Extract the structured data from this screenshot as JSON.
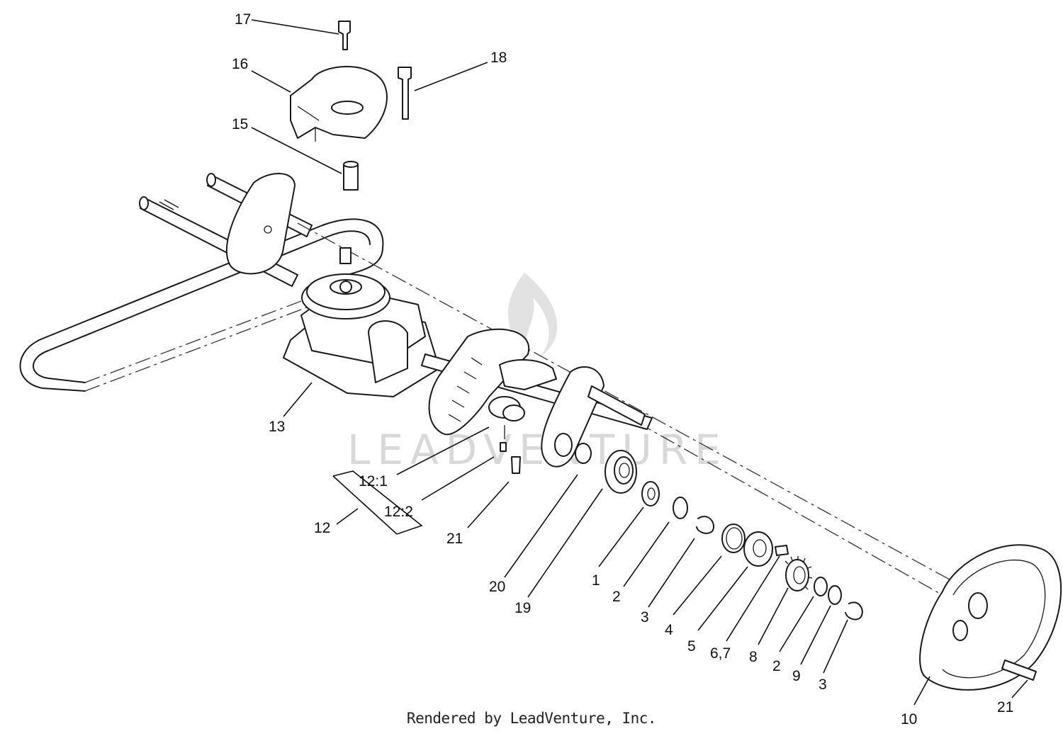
{
  "watermark": "LEADVENTURE",
  "footer": "Rendered by LeadVenture, Inc.",
  "callouts": [
    {
      "id": "17",
      "label": "17"
    },
    {
      "id": "16",
      "label": "16"
    },
    {
      "id": "18",
      "label": "18"
    },
    {
      "id": "15",
      "label": "15"
    },
    {
      "id": "13",
      "label": "13"
    },
    {
      "id": "12-1",
      "label": "12:1"
    },
    {
      "id": "12-2",
      "label": "12:2"
    },
    {
      "id": "12",
      "label": "12"
    },
    {
      "id": "21-a",
      "label": "21"
    },
    {
      "id": "20",
      "label": "20"
    },
    {
      "id": "19",
      "label": "19"
    },
    {
      "id": "1",
      "label": "1"
    },
    {
      "id": "2-a",
      "label": "2"
    },
    {
      "id": "3-a",
      "label": "3"
    },
    {
      "id": "4",
      "label": "4"
    },
    {
      "id": "5",
      "label": "5"
    },
    {
      "id": "6-7",
      "label": "6,7"
    },
    {
      "id": "8",
      "label": "8"
    },
    {
      "id": "2-b",
      "label": "2"
    },
    {
      "id": "9",
      "label": "9"
    },
    {
      "id": "3-b",
      "label": "3"
    },
    {
      "id": "10",
      "label": "10"
    },
    {
      "id": "21-b",
      "label": "21"
    }
  ]
}
